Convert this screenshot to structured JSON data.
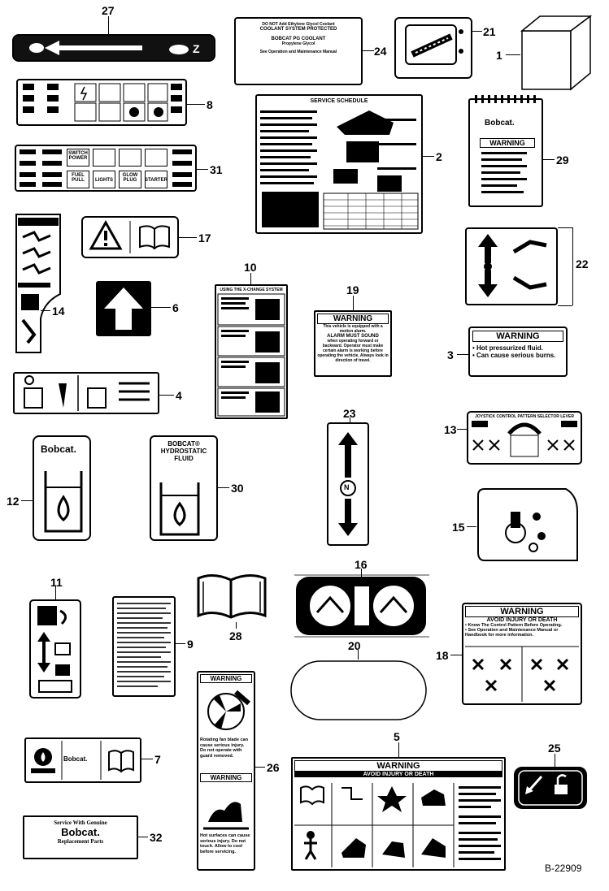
{
  "decals": {
    "d1": {
      "number": "1"
    },
    "d2": {
      "number": "2",
      "title": "SERVICE SCHEDULE"
    },
    "d3": {
      "number": "3",
      "header": "WARNING",
      "line1": "• Hot pressurized fluid.",
      "line2": "• Can cause serious burns."
    },
    "d4": {
      "number": "4"
    },
    "d5": {
      "number": "5",
      "header": "WARNING",
      "subheader": "AVOID INJURY OR DEATH"
    },
    "d6": {
      "number": "6"
    },
    "d7": {
      "number": "7",
      "brand": "Bobcat."
    },
    "d8": {
      "number": "8"
    },
    "d9": {
      "number": "9"
    },
    "d10": {
      "number": "10",
      "title": "USING THE X-CHANGE SYSTEM"
    },
    "d11": {
      "number": "11"
    },
    "d12": {
      "number": "12",
      "brand": "Bobcat."
    },
    "d13": {
      "number": "13",
      "title": "JOYSTICK CONTROL PATTERN SELECTOR LEVER"
    },
    "d14": {
      "number": "14"
    },
    "d15": {
      "number": "15"
    },
    "d16": {
      "number": "16"
    },
    "d17": {
      "number": "17"
    },
    "d18": {
      "number": "18",
      "header": "WARNING",
      "subheader": "AVOID INJURY OR DEATH",
      "line1": "• Know The Control Pattern Before Operating.",
      "line2": "• See Operation and Maintenance Manual or Handbook for more information."
    },
    "d19": {
      "number": "19",
      "header": "WARNING",
      "line1": "This vehicle is equipped with a motion alarm.",
      "line2": "ALARM MUST SOUND",
      "line3": "when operating forward or backward. Operator must make certain alarm is working before operating the vehicle. Always look in direction of travel."
    },
    "d20": {
      "number": "20"
    },
    "d21": {
      "number": "21"
    },
    "d22": {
      "number": "22"
    },
    "d23": {
      "number": "23",
      "letter": "N"
    },
    "d24": {
      "number": "24",
      "line1": "DO NOT Add Ethylene Glycol Coolant",
      "line2": "COOLANT SYSTEM PROTECTED",
      "line3": "BOBCAT PG COOLANT",
      "line4": "Propylene Glycol",
      "line5": "See Operation and Maintenance Manual"
    },
    "d25": {
      "number": "25"
    },
    "d26": {
      "number": "26",
      "header1": "WARNING",
      "text1": "Rotating fan blade can cause serious injury. Do not operate with guard removed.",
      "header2": "WARNING",
      "text2": "Hot surfaces can cause serious injury. Do not touch. Allow to cool before servicing."
    },
    "d27": {
      "number": "27"
    },
    "d28": {
      "number": "28"
    },
    "d29": {
      "number": "29",
      "brand": "Bobcat.",
      "header": "WARNING"
    },
    "d30": {
      "number": "30",
      "line1": "BOBCAT®",
      "line2": "HYDROSTATIC",
      "line3": "FLUID"
    },
    "d31": {
      "number": "31",
      "switch_power": "SWITCH POWER",
      "fuel_pull": "FUEL PULL",
      "lights": "LIGHTS",
      "glow_plug": "GLOW PLUG",
      "starter": "STARTER"
    },
    "d32": {
      "number": "32",
      "line1": "Service With Genuine",
      "brand": "Bobcat.",
      "line2": "Replacement Parts"
    }
  },
  "figure_id": "B-22909"
}
